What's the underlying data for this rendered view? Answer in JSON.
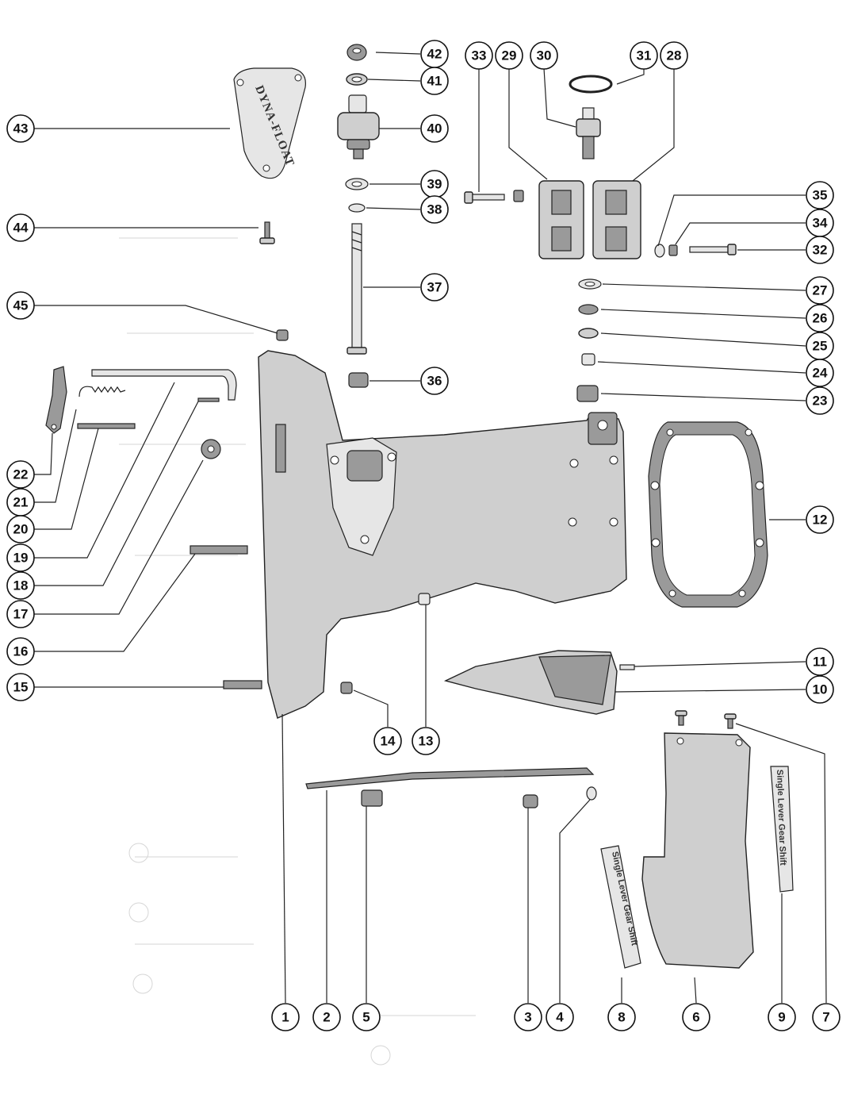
{
  "logo_plate_text": "DYNA-FLOAT",
  "decal_text": "Single Lever Gear Shift",
  "callouts": {
    "c1": "1",
    "c2": "2",
    "c3": "3",
    "c4": "4",
    "c5": "5",
    "c6": "6",
    "c7": "7",
    "c8": "8",
    "c9": "9",
    "c10": "10",
    "c11": "11",
    "c12": "12",
    "c13": "13",
    "c14": "14",
    "c15": "15",
    "c16": "16",
    "c17": "17",
    "c18": "18",
    "c19": "19",
    "c20": "20",
    "c21": "21",
    "c22": "22",
    "c23": "23",
    "c24": "24",
    "c25": "25",
    "c26": "26",
    "c27": "27",
    "c28": "28",
    "c29": "29",
    "c30": "30",
    "c31": "31",
    "c32": "32",
    "c33": "33",
    "c34": "34",
    "c35": "35",
    "c36": "36",
    "c37": "37",
    "c38": "38",
    "c39": "39",
    "c40": "40",
    "c41": "41",
    "c42": "42",
    "c43": "43",
    "c44": "44",
    "c45": "45"
  }
}
